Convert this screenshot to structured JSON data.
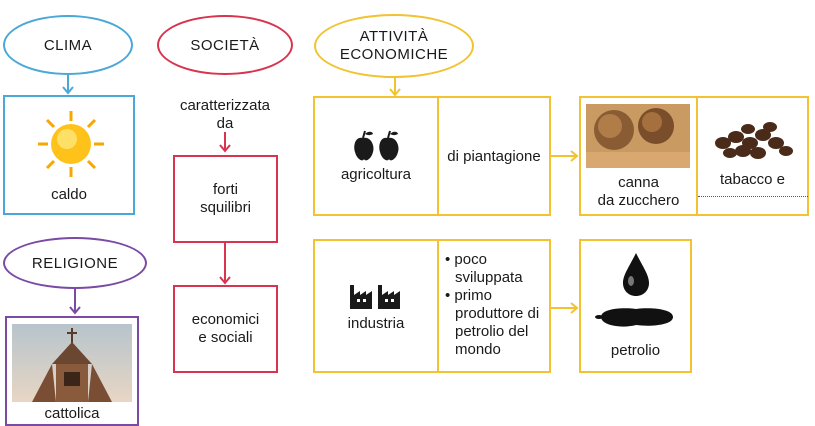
{
  "clima": {
    "title": "CLIMA",
    "value": "caldo"
  },
  "religione": {
    "title": "RELIGIONE",
    "value": "cattolica"
  },
  "societa": {
    "title": "SOCIETÀ",
    "connector": "caratterizzata\nda",
    "box1": "forti\nsquilibri",
    "box2": "economici\ne sociali"
  },
  "attivita": {
    "title": "ATTIVITÀ\nECONOMICHE",
    "agricoltura": {
      "label": "agricoltura",
      "detail": "di piantagione"
    },
    "canna": "canna\nda zucchero",
    "tabacco": "tabacco e",
    "industria": {
      "label": "industria",
      "bullets": [
        "poco sviluppata",
        "primo produttore di petrolio del mondo"
      ]
    },
    "petrolio": "petrolio"
  },
  "colors": {
    "blue": "#4aa8d8",
    "red": "#d9344f",
    "purple": "#7b4aa3",
    "yellow": "#f2c230"
  },
  "icons": [
    "sun-icon",
    "church-photo",
    "apples-icon",
    "sugarcane-photo",
    "coffee-beans-icon",
    "factory-icon",
    "oil-drop-icon"
  ]
}
